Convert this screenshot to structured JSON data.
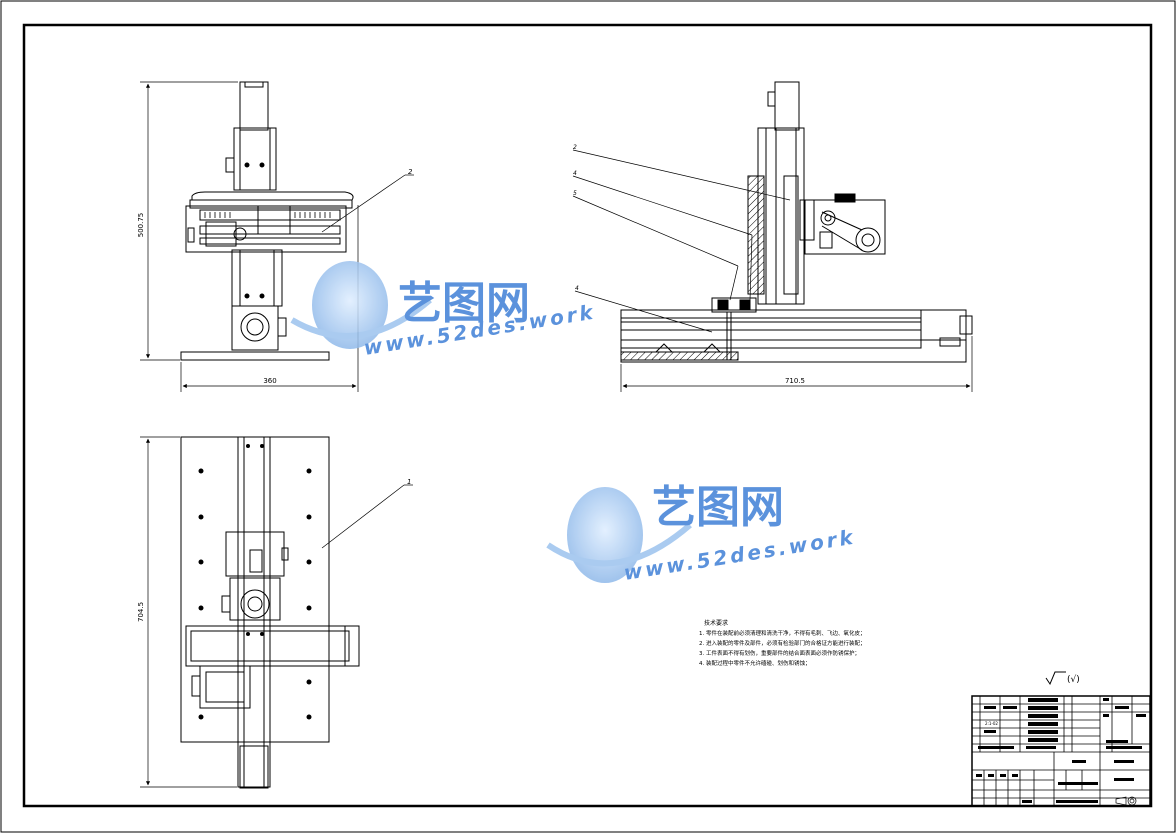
{
  "drawing": {
    "front_view": {
      "dim_width": "360",
      "dim_height": "500.75",
      "balloon": "2"
    },
    "side_view": {
      "dim_width": "710.5",
      "balloons": [
        "2",
        "4",
        "5",
        "4"
      ]
    },
    "top_view": {
      "dim_height": "704.5",
      "balloon": "1"
    },
    "tech_requirements": {
      "title": "技术要求",
      "items": [
        "1. 零件在装配前必须清理和清洗干净，不得有毛刺、飞边、氧化皮；",
        "2. 进入装配的零件及部件，必须有检验部门的合格证方能进行装配；",
        "3. 工件表面不得有划伤，重要部件的结合面表面必须作防锈保护；",
        "4. 装配过程中零件不允许磕碰、划伤和锈蚀；"
      ]
    },
    "surface_finish": "(√)",
    "title_block": {
      "cell_label": "2:1-02"
    }
  },
  "watermark": {
    "brand": "艺图网",
    "url": "www.52des.work",
    "colors": {
      "blue": "#3f7fd6",
      "light": "#9cc3ee"
    }
  }
}
